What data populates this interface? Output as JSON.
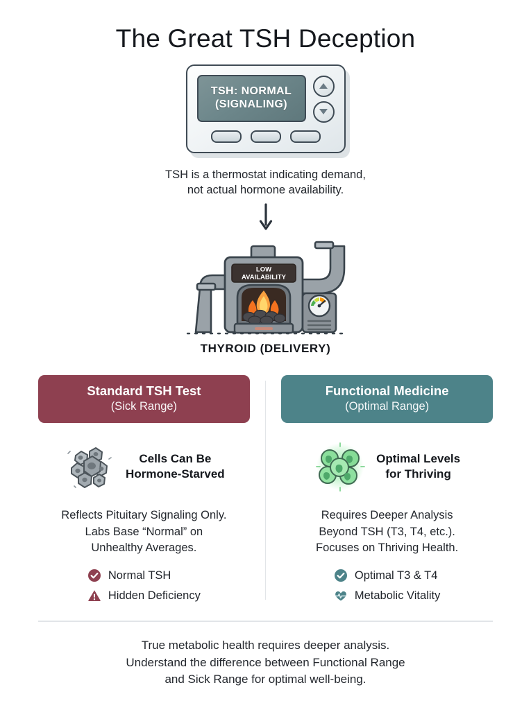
{
  "title": "The Great TSH Deception",
  "thermostat": {
    "display_line1": "TSH: NORMAL",
    "display_line2": "(SIGNALING)",
    "up_icon": "triangle-up-icon",
    "down_icon": "triangle-down-icon"
  },
  "caption": {
    "line1": "TSH is a thermostat indicating demand,",
    "line2": "not actual hormone availability."
  },
  "arrow_icon": "arrow-down-icon",
  "furnace": {
    "display_line1": "LOW",
    "display_line2": "AVAILABILITY",
    "label": "THYROID (DELIVERY)"
  },
  "colors": {
    "maroon": "#8E4050",
    "teal": "#4D8389",
    "lcd": "#6d878b",
    "furnace_body": "#8d949a",
    "flame_orange": "#F47B20",
    "cell_gray": "#9aa2a8",
    "cell_green": "#7fd08a",
    "text_dark": "#1f2329",
    "divider": "#e2e5e8"
  },
  "columns": [
    {
      "id": "standard",
      "header_title": "Standard TSH Test",
      "header_sub": "(Sick Range)",
      "header_color": "#8E4050",
      "icon_name": "gray-cell-cluster-icon",
      "icon_heading_line1": "Cells Can Be",
      "icon_heading_line2": "Hormone-Starved",
      "body_line1": "Reflects Pituitary Signaling Only.",
      "body_line2": "Labs Base “Normal” on",
      "body_line3": "Unhealthy Averages.",
      "bullets": [
        {
          "icon": "check-circle-icon",
          "label": "Normal TSH"
        },
        {
          "icon": "warning-triangle-icon",
          "label": "Hidden Deficiency"
        }
      ]
    },
    {
      "id": "functional",
      "header_title": "Functional Medicine",
      "header_sub": "(Optimal Range)",
      "header_color": "#4D8389",
      "icon_name": "green-cell-cluster-icon",
      "icon_heading_line1": "Optimal Levels",
      "icon_heading_line2": "for Thriving",
      "body_line1": "Requires Deeper Analysis",
      "body_line2": "Beyond TSH (T3, T4, etc.).",
      "body_line3": "Focuses on Thriving Health.",
      "bullets": [
        {
          "icon": "check-circle-icon",
          "label": "Optimal T3 & T4"
        },
        {
          "icon": "heart-pulse-icon",
          "label": "Metabolic Vitality"
        }
      ]
    }
  ],
  "footer": {
    "line1": "True metabolic health requires deeper analysis.",
    "line2": "Understand the difference between Functional Range",
    "line3": "and Sick Range for optimal well-being."
  }
}
